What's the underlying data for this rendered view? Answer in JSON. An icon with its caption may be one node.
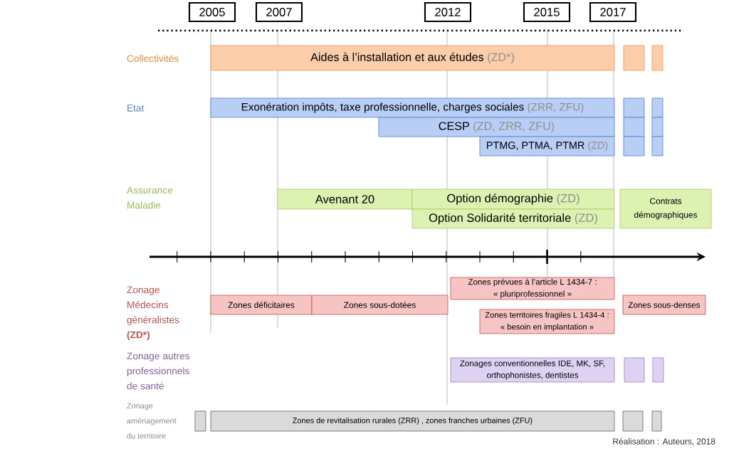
{
  "diagram": {
    "nodes": [
      {
        "text": [
          "2005"
        ]
      },
      {
        "text": [
          "2007"
        ]
      },
      {
        "text": [
          "2012"
        ]
      },
      {
        "text": [
          "2015"
        ]
      },
      {
        "text": [
          "2017"
        ]
      },
      {
        "text": [
          "Aides à l’installation et aux études",
          "(ZD*)"
        ]
      },
      {
        "text": [],
        "shape": "box"
      },
      {
        "text": [],
        "shape": "box"
      },
      {
        "text": [
          "Exonération impôts, taxe professionnelle, charges sociales",
          "(ZRR, ZFU)"
        ]
      },
      {
        "text": [],
        "shape": "box"
      },
      {
        "text": [],
        "shape": "box"
      },
      {
        "text": [
          "CESP",
          "(ZD, ZRR, ZFU)"
        ]
      },
      {
        "text": [],
        "shape": "box"
      },
      {
        "text": [],
        "shape": "box"
      },
      {
        "text": [
          "PTMG, PTMA, PTMR",
          "(ZD)"
        ]
      },
      {
        "text": [],
        "shape": "box"
      },
      {
        "text": [],
        "shape": "box"
      },
      {
        "text": [
          "Avenant 20"
        ]
      },
      {
        "text": [
          "Option démographie",
          "(ZD)"
        ]
      },
      {
        "text": [
          "Contrats démographiques"
        ]
      },
      {
        "text": [
          "Option Solidarité territoriale",
          "(ZD)"
        ]
      },
      {
        "text": [
          "Zones prévues à l’article L 1434-7 : « pluriprofessionnel »"
        ]
      },
      {
        "text": [
          "Zones déficitaires"
        ]
      },
      {
        "text": [
          "Zones sous-dotées"
        ]
      },
      {
        "text": [
          "Zones sous-denses"
        ]
      },
      {
        "text": [
          "Zones territoires fragiles L 1434-4 : « besoin en implantation »"
        ]
      },
      {
        "text": [
          "Zonages conventionnelles IDE, MK, SF, orthophonistes, dentistes"
        ]
      },
      {
        "text": [],
        "shape": "box"
      },
      {
        "text": [],
        "shape": "box"
      },
      {
        "text": [],
        "shape": "box"
      },
      {
        "text": [
          "Zones de revitalisation rurales (ZRR) , zones franches urbaines (ZFU)"
        ]
      },
      {
        "text": [],
        "shape": "box"
      },
      {
        "text": [],
        "shape": "box"
      }
    ],
    "labels": [
      "Collectivités",
      "Etat",
      "Assurance Maladie",
      "Zonage Médecins généralistes **(ZD*)**",
      "Zonage autres professionnels de santé",
      "Zonage aménagement du territoire",
      "Réalisation : Auteurs, 2018"
    ]
  }
}
